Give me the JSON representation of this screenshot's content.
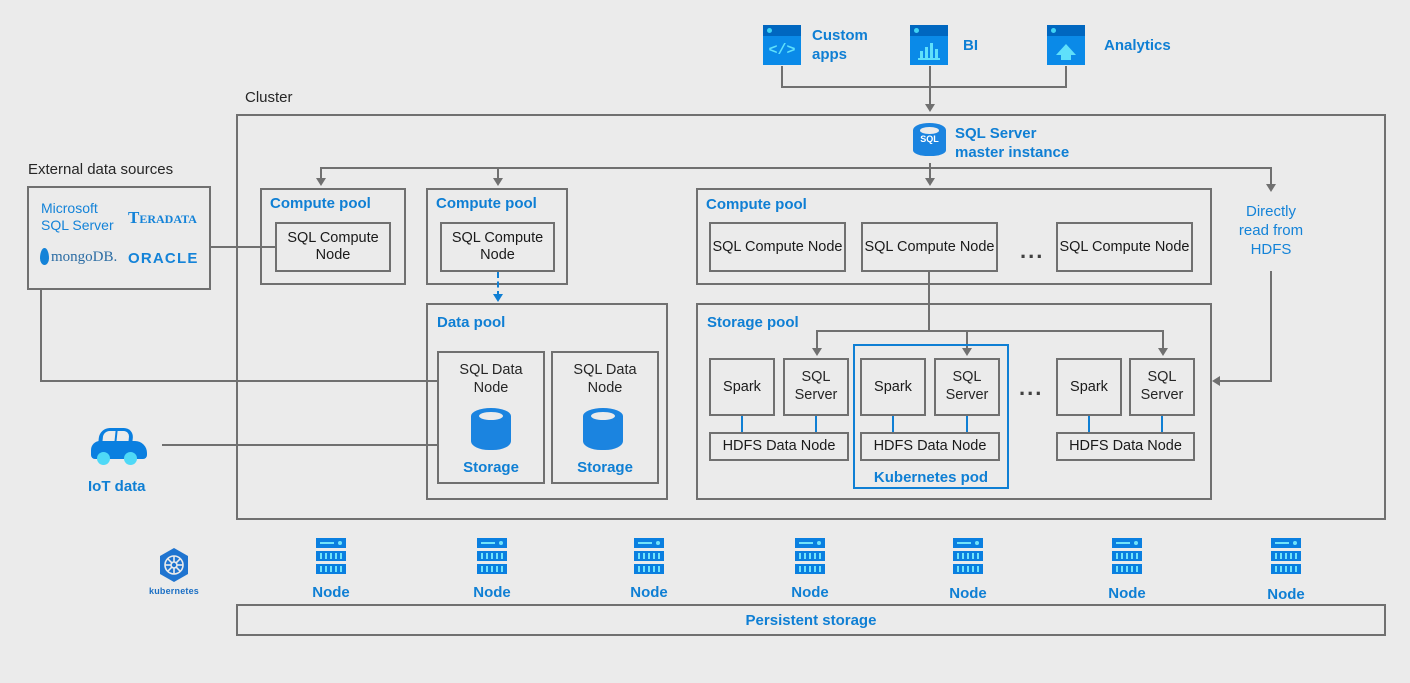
{
  "consumers": [
    {
      "label": "Custom apps",
      "icon": "code-icon",
      "glyph": "</>"
    },
    {
      "label": "BI",
      "icon": "bar-chart-icon",
      "glyph": "chart"
    },
    {
      "label": "Analytics",
      "icon": "analytics-home-icon",
      "glyph": "home"
    }
  ],
  "cluster": {
    "label": "Cluster",
    "master": {
      "label_line1": "SQL Server",
      "label_line2": "master instance",
      "icon_caption": "SQL"
    },
    "directly_read": {
      "line1": "Directly",
      "line2": "read from",
      "line3": "HDFS"
    },
    "compute_pools": [
      {
        "title": "Compute pool",
        "nodes": [
          "SQL Compute Node"
        ],
        "ellipsis": false
      },
      {
        "title": "Compute pool",
        "nodes": [
          "SQL Compute Node"
        ],
        "ellipsis": false
      },
      {
        "title": "Compute pool",
        "nodes": [
          "SQL Compute Node",
          "SQL Compute Node",
          "SQL Compute Node"
        ],
        "ellipsis": true,
        "ellipsis_label": "..."
      }
    ],
    "data_pool": {
      "title": "Data pool",
      "nodes": [
        {
          "line1": "SQL Data",
          "line2": "Node",
          "storage_label": "Storage"
        },
        {
          "line1": "SQL Data",
          "line2": "Node",
          "storage_label": "Storage"
        }
      ]
    },
    "storage_pool": {
      "title": "Storage pool",
      "ellipsis_label": "...",
      "pod_label": "Kubernetes pod",
      "groups": [
        {
          "spark": "Spark",
          "sql_line1": "SQL",
          "sql_line2": "Server",
          "hdfs": "HDFS Data Node",
          "highlighted": false
        },
        {
          "spark": "Spark",
          "sql_line1": "SQL",
          "sql_line2": "Server",
          "hdfs": "HDFS Data Node",
          "highlighted": true
        },
        {
          "spark": "Spark",
          "sql_line1": "SQL",
          "sql_line2": "Server",
          "hdfs": "HDFS Data Node",
          "highlighted": false
        }
      ]
    }
  },
  "external": {
    "title": "External data sources",
    "logos": [
      {
        "name": "microsoft-sql-server",
        "line1": "Microsoft",
        "line2": "SQL Server"
      },
      {
        "name": "teradata",
        "text": "Teradata",
        "display_first": "T",
        "display_rest": "ERADATA"
      },
      {
        "name": "mongodb",
        "text": "mongoDB."
      },
      {
        "name": "oracle",
        "text": "ORACLE"
      }
    ]
  },
  "iot": {
    "label": "IoT data"
  },
  "infra": {
    "kubernetes_label": "kubernetes",
    "node_label": "Node",
    "node_count": 7,
    "persistent_storage_label": "Persistent storage"
  },
  "colors": {
    "background": "#ebebeb",
    "line": "#707070",
    "accent_blue": "#0f7fd4",
    "icon_blue": "#0a8ae8",
    "icon_blue_dark": "#0067c0",
    "icon_cyan": "#5fe0fb",
    "text_dark": "#1a1a1a"
  }
}
